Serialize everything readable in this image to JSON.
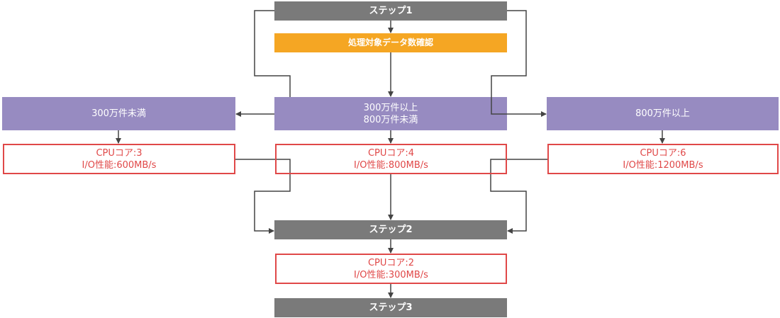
{
  "colors": {
    "step": "#7a7a7a",
    "check": "#f5a623",
    "condition": "#978bc1",
    "spec": "#e04848",
    "line": "#444444"
  },
  "step1": "ステップ1",
  "check": "処理対象データ数確認",
  "conditions": {
    "left": "300万件未満",
    "middle_line1": "300万件以上",
    "middle_line2": "800万件未満",
    "right": "800万件以上"
  },
  "specs": {
    "left": {
      "cpu": "CPUコア:3",
      "io": "I/O性能:600MB/s"
    },
    "middle": {
      "cpu": "CPUコア:4",
      "io": "I/O性能:800MB/s"
    },
    "right": {
      "cpu": "CPUコア:6",
      "io": "I/O性能:1200MB/s"
    },
    "step2": {
      "cpu": "CPUコア:2",
      "io": "I/O性能:300MB/s"
    }
  },
  "step2": "ステップ2",
  "step3": "ステップ3"
}
